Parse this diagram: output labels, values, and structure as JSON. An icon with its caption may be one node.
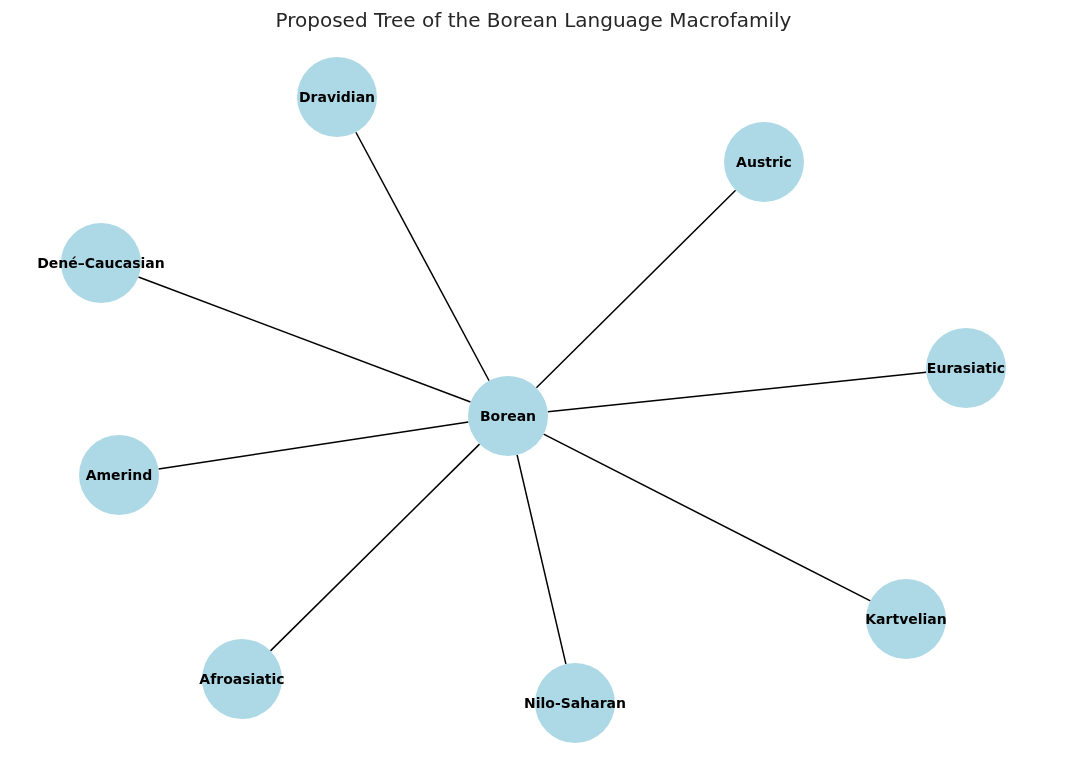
{
  "diagram": {
    "title": "Proposed Tree of the Borean Language Macrofamily",
    "nodes": [
      {
        "text": [
          "Dravidian"
        ]
      },
      {
        "text": [
          "Austric"
        ]
      },
      {
        "text": [
          "Dené–Caucasian"
        ]
      },
      {
        "text": [
          "Eurasiatic"
        ]
      },
      {
        "text": [
          "Borean"
        ]
      },
      {
        "text": [
          "Amerind"
        ]
      },
      {
        "text": [
          "Kartvelian"
        ]
      },
      {
        "text": [
          "Afroasiatic"
        ]
      },
      {
        "text": [
          "Nilo-Saharan"
        ]
      }
    ],
    "edges": [
      {
        "from": 4,
        "to": 0,
        "arrow": "none"
      },
      {
        "from": 4,
        "to": 1,
        "arrow": "none"
      },
      {
        "from": 4,
        "to": 2,
        "arrow": "none"
      },
      {
        "from": 4,
        "to": 3,
        "arrow": "none"
      },
      {
        "from": 4,
        "to": 5,
        "arrow": "none"
      },
      {
        "from": 4,
        "to": 6,
        "arrow": "none"
      },
      {
        "from": 4,
        "to": 7,
        "arrow": "none"
      },
      {
        "from": 4,
        "to": 8,
        "arrow": "none"
      }
    ]
  }
}
